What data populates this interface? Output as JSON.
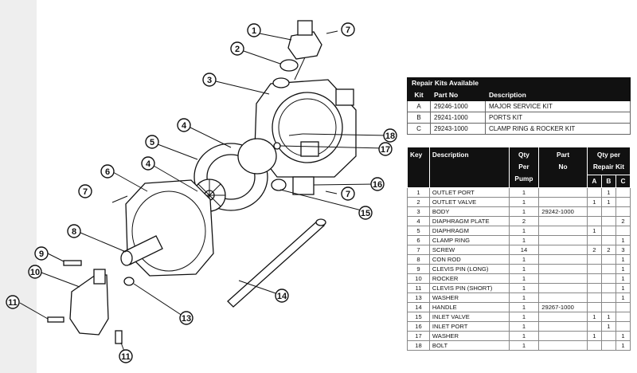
{
  "diagram": {
    "callouts": [
      "1",
      "2",
      "3",
      "4",
      "5",
      "4",
      "6",
      "7",
      "7",
      "7",
      "8",
      "9",
      "10",
      "11",
      "11",
      "13",
      "14",
      "15",
      "16",
      "18",
      "17"
    ]
  },
  "repair_kits": {
    "title": "Repair Kits Available",
    "headers": [
      "Kit",
      "Part No",
      "Description"
    ],
    "rows": [
      [
        "A",
        "29246-1000",
        "MAJOR SERVICE KIT"
      ],
      [
        "B",
        "29241-1000",
        "PORTS KIT"
      ],
      [
        "C",
        "29243-1000",
        "CLAMP RING & ROCKER KIT"
      ]
    ]
  },
  "parts": {
    "headers": {
      "key": "Key",
      "description": "Description",
      "qty_line1": "Qty",
      "qty_line2": "Per",
      "qty_line3": "Pump",
      "part_line1": "Part",
      "part_line2": "No",
      "kit_line1": "Qty per",
      "kit_line2": "Repair Kit",
      "kit_a": "A",
      "kit_b": "B",
      "kit_c": "C"
    },
    "rows": [
      [
        "1",
        "OUTLET PORT",
        "1",
        "",
        "",
        "1",
        ""
      ],
      [
        "2",
        "OUTLET VALVE",
        "1",
        "",
        "1",
        "1",
        ""
      ],
      [
        "3",
        "BODY",
        "1",
        "29242-1000",
        "",
        "",
        ""
      ],
      [
        "4",
        "DIAPHRAGM PLATE",
        "2",
        "",
        "",
        "",
        "2"
      ],
      [
        "5",
        "DIAPHRAGM",
        "1",
        "",
        "1",
        "",
        ""
      ],
      [
        "6",
        "CLAMP RING",
        "1",
        "",
        "",
        "",
        "1"
      ],
      [
        "7",
        "SCREW",
        "14",
        "",
        "2",
        "2",
        "3"
      ],
      [
        "8",
        "CON ROD",
        "1",
        "",
        "",
        "",
        "1"
      ],
      [
        "9",
        "CLEVIS PIN (LONG)",
        "1",
        "",
        "",
        "",
        "1"
      ],
      [
        "10",
        "ROCKER",
        "1",
        "",
        "",
        "",
        "1"
      ],
      [
        "11",
        "CLEVIS PIN (SHORT)",
        "1",
        "",
        "",
        "",
        "1"
      ],
      [
        "13",
        "WASHER",
        "1",
        "",
        "",
        "",
        "1"
      ],
      [
        "14",
        "HANDLE",
        "1",
        "29267-1000",
        "",
        "",
        ""
      ],
      [
        "15",
        "INLET VALVE",
        "1",
        "",
        "1",
        "1",
        ""
      ],
      [
        "16",
        "INLET PORT",
        "1",
        "",
        "",
        "1",
        ""
      ],
      [
        "17",
        "WASHER",
        "1",
        "",
        "1",
        "",
        "1"
      ],
      [
        "18",
        "BOLT",
        "1",
        "",
        "",
        "",
        "1"
      ]
    ]
  }
}
